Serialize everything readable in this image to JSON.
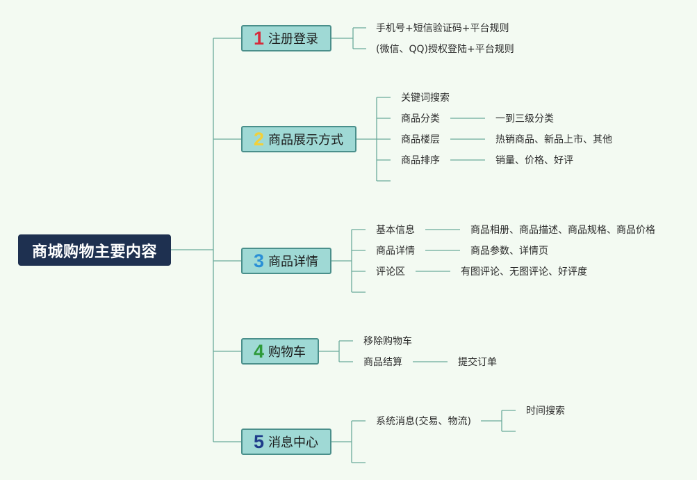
{
  "root": {
    "label": "商城购物主要内容"
  },
  "colors": {
    "background": "#f3faf2",
    "root_fill": "#1e3050",
    "branch_fill": "#9fd9d5",
    "branch_border": "#4a8f8b",
    "line": "#6aaa9a",
    "num1": "#d62b3b",
    "num2": "#f2d03a",
    "num3": "#2a8fd6",
    "num4": "#2e9a3a",
    "num5": "#1e3c8a"
  },
  "branches": [
    {
      "num": "1",
      "label": "注册登录",
      "items": [
        {
          "label": "手机号+短信验证码+平台规则"
        },
        {
          "label": "(微信、QQ)授权登陆+平台规则"
        }
      ]
    },
    {
      "num": "2",
      "label": "商品展示方式",
      "items": [
        {
          "label": "关键词搜索"
        },
        {
          "label": "商品分类",
          "detail": "一到三级分类"
        },
        {
          "label": "商品楼层",
          "detail": "热销商品、新品上市、其他"
        },
        {
          "label": "商品排序",
          "detail": "销量、价格、好评"
        }
      ]
    },
    {
      "num": "3",
      "label": "商品详情",
      "items": [
        {
          "label": "基本信息",
          "detail": "商品相册、商品描述、商品规格、商品价格"
        },
        {
          "label": "商品详情",
          "detail": "商品参数、详情页"
        },
        {
          "label": "评论区",
          "detail": "有图评论、无图评论、好评度"
        }
      ]
    },
    {
      "num": "4",
      "label": "购物车",
      "items": [
        {
          "label": "移除购物车"
        },
        {
          "label": "商品结算",
          "detail": "提交订单"
        }
      ]
    },
    {
      "num": "5",
      "label": "消息中心",
      "items": [
        {
          "label": "系统消息(交易、物流)",
          "detail": "时间搜索"
        }
      ]
    }
  ]
}
